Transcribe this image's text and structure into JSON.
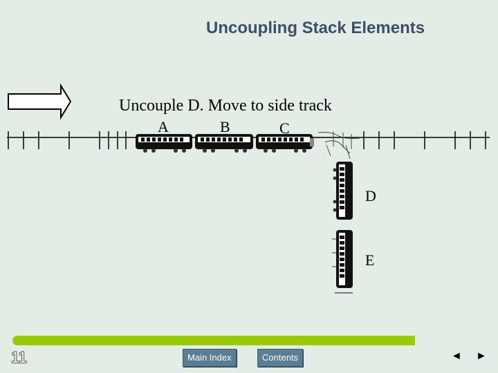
{
  "slide": {
    "title": "Uncoupling Stack Elements",
    "caption": "Uncouple D. Move to side track",
    "cars": {
      "a": "A",
      "b": "B",
      "c": "C",
      "d": "D",
      "e": "E"
    },
    "slide_number": "11"
  },
  "nav": {
    "main_index": "Main Index",
    "contents": "Contents",
    "prev_icon": "◄",
    "next_icon": "►"
  },
  "colors": {
    "background": "#e3ede6",
    "title": "#3b4f66",
    "accent_bar": "#99cc00",
    "nav_button": "#5a7e96"
  },
  "icons": [
    "right-arrow-icon",
    "prev-arrow-icon",
    "next-arrow-icon"
  ]
}
